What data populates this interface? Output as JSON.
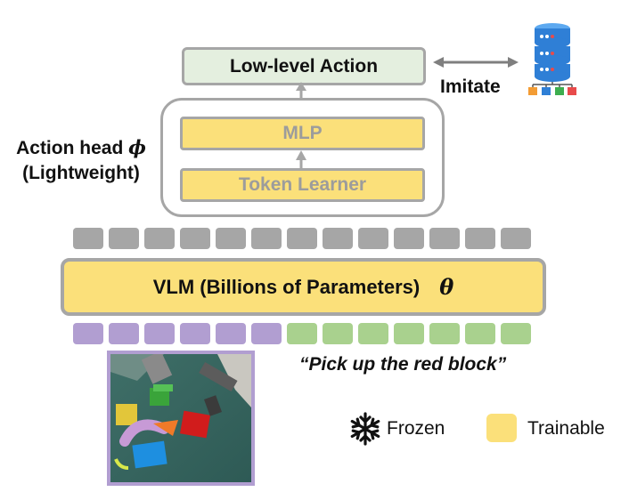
{
  "diagram": {
    "low_level_action": "Low-level Action",
    "imitate": "Imitate",
    "mlp": "MLP",
    "token_learner": "Token Learner",
    "action_head_line1": "Action head",
    "action_head_symbol": "ϕ",
    "action_head_line2": "(Lightweight)",
    "vlm": "VLM (Billions of Parameters)",
    "vlm_symbol": "θ",
    "instruction": "“Pick up the red block”",
    "image_token_count": 6,
    "text_token_count": 7,
    "output_token_count": 13
  },
  "legend": {
    "frozen": "Frozen",
    "trainable": "Trainable"
  },
  "icons": [
    "database-icon",
    "snowflake-icon"
  ],
  "colors": {
    "trainable": "#fbe07a",
    "action_box": "#e4efdf",
    "border": "#a6a6a6",
    "image_token": "#b19ed1",
    "text_token": "#a9d18e",
    "output_token": "#a6a6a6"
  }
}
